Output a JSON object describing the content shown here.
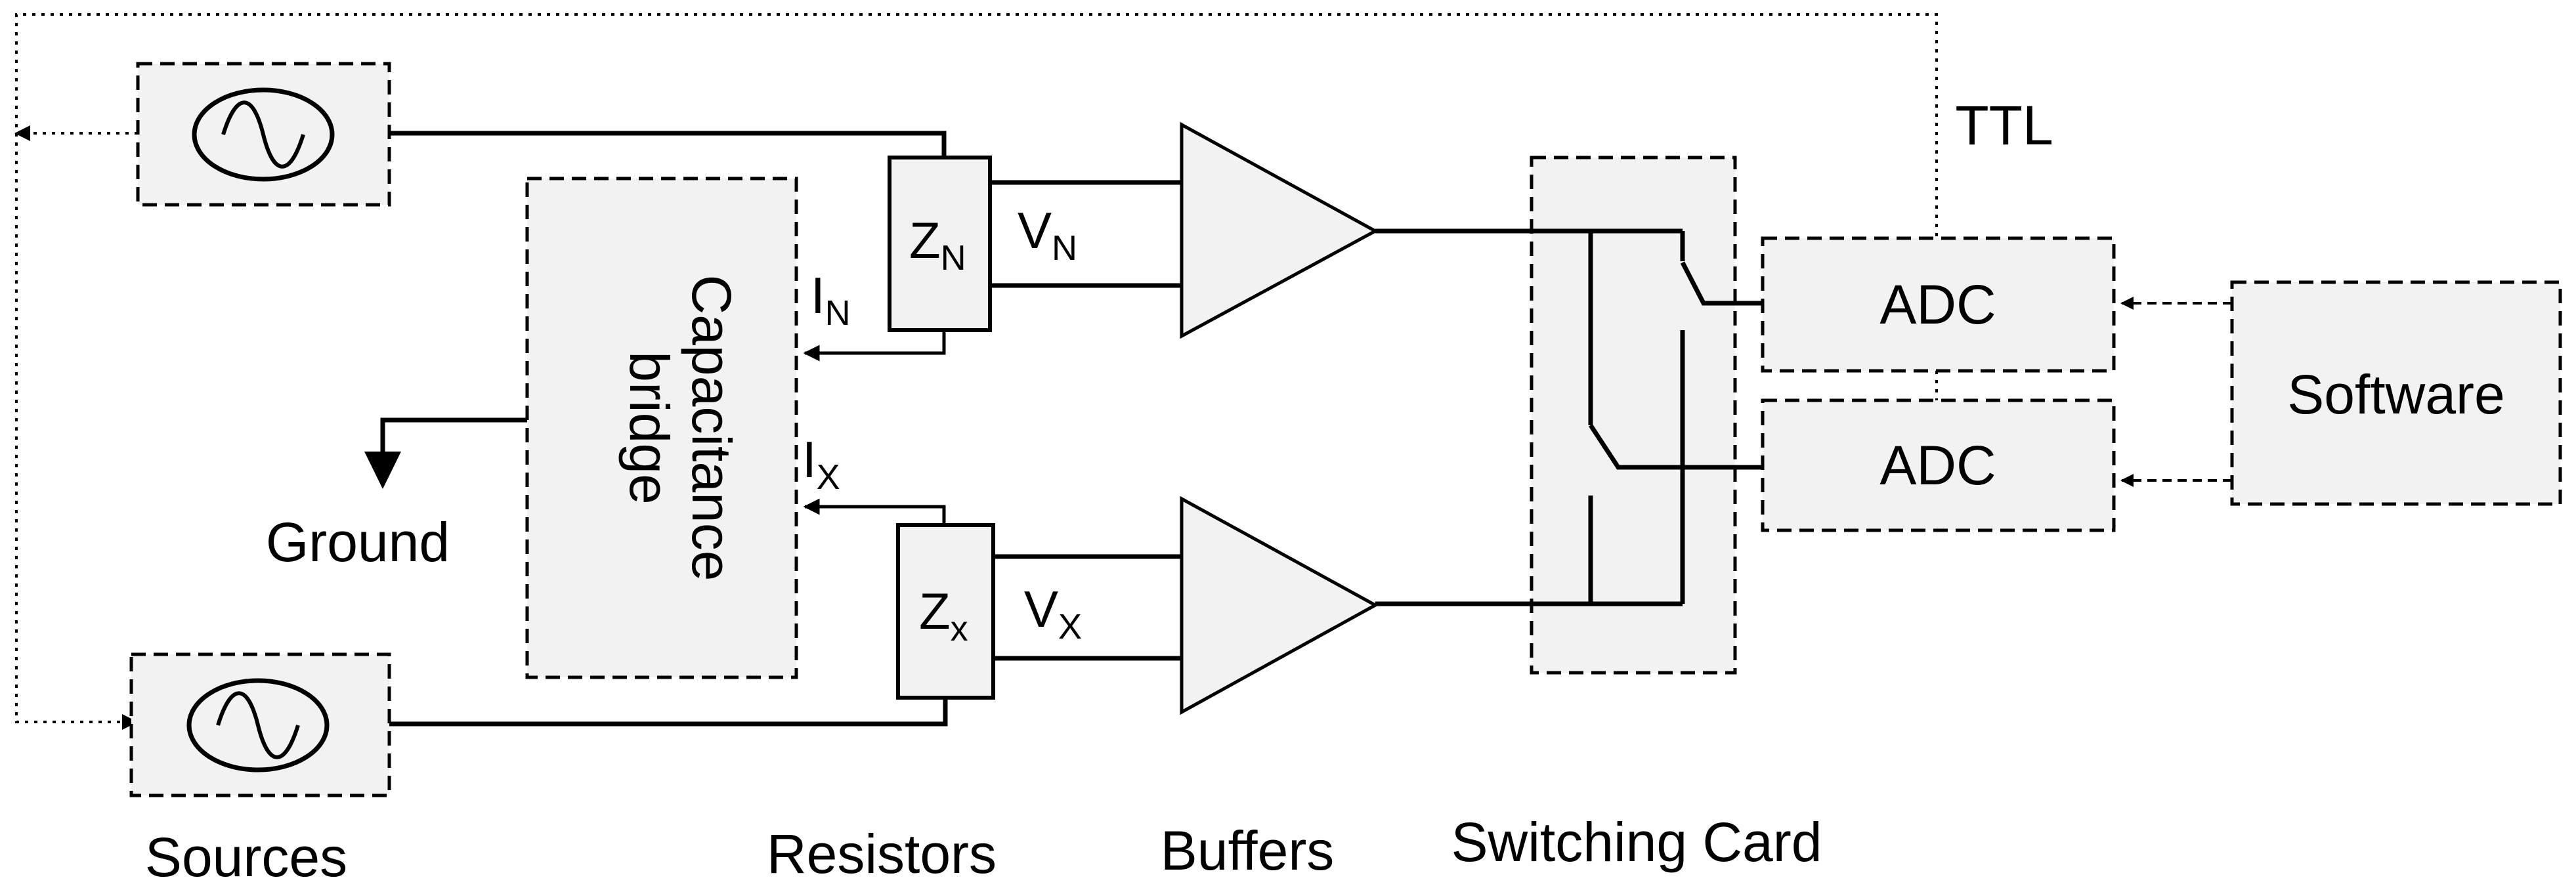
{
  "labels": {
    "ttl": "TTL",
    "adc_top": "ADC",
    "adc_bottom": "ADC",
    "software": "Software",
    "capacitance_line1": "Capacitance",
    "capacitance_line2": "bridge",
    "ground": "Ground",
    "sources": "Sources",
    "resistors": "Resistors",
    "buffers": "Buffers",
    "switching_card": "Switching Card"
  },
  "symbols": {
    "zn": {
      "main": "Z",
      "sub": "N"
    },
    "zx": {
      "main": "Z",
      "sub": "x"
    },
    "vn": {
      "main": "V",
      "sub": "N"
    },
    "vx": {
      "main": "V",
      "sub": "X"
    },
    "in": {
      "main": "I",
      "sub": "N"
    },
    "ix": {
      "main": "I",
      "sub": "X"
    }
  },
  "colors": {
    "box_fill": "#f2f2f2",
    "stroke": "#000000"
  },
  "icons": [
    "sine-wave-icon",
    "ground-arrow-icon",
    "amplifier-triangle-icon",
    "switch-icon"
  ]
}
